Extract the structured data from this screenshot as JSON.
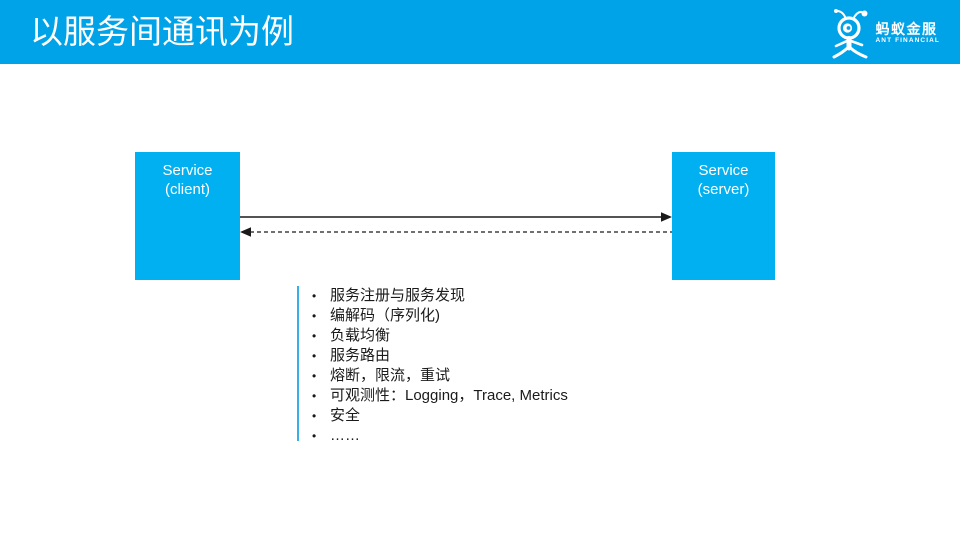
{
  "header": {
    "title": "以服务间通讯为例",
    "logo": {
      "name_cn": "蚂蚁金服",
      "name_en": "ANT FINANCIAL"
    }
  },
  "diagram": {
    "client_box": {
      "line1": "Service",
      "line2": "(client)"
    },
    "server_box": {
      "line1": "Service",
      "line2": "(server)"
    },
    "request_arrow": {
      "style": "solid",
      "direction": "right"
    },
    "response_arrow": {
      "style": "dashed",
      "direction": "left"
    }
  },
  "feature_list": {
    "items": [
      "服务注册与服务发现",
      "编解码（序列化)",
      "负载均衡",
      "服务路由",
      "熔断，限流，重试",
      "可观测性：Logging，Trace, Metrics",
      "安全",
      "……"
    ]
  },
  "colors": {
    "header_bg": "#00A2E8",
    "box_bg": "#00B0F0",
    "accent_line": "#38AFE6",
    "arrow": "#1A1A1A",
    "title_text": "#FFFFFF",
    "body_text": "#1A1A1A"
  }
}
